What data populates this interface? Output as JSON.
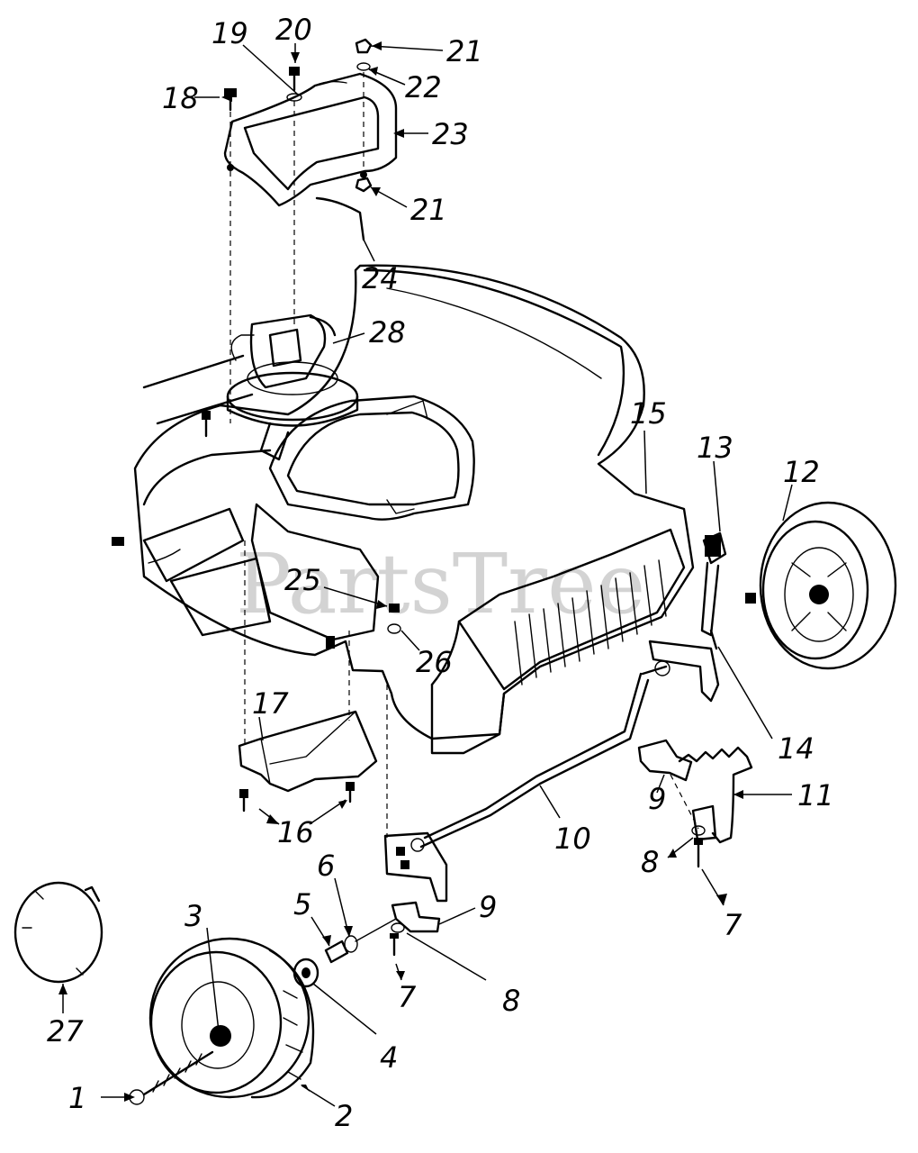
{
  "watermark": "PartsTree",
  "callouts": {
    "c1": "1",
    "c2": "2",
    "c3": "3",
    "c4": "4",
    "c5": "5",
    "c6": "6",
    "c7a": "7",
    "c7b": "7",
    "c8a": "8",
    "c8b": "8",
    "c9a": "9",
    "c9b": "9",
    "c10": "10",
    "c11": "11",
    "c12": "12",
    "c13": "13",
    "c14": "14",
    "c15": "15",
    "c16": "16",
    "c17": "17",
    "c18": "18",
    "c19": "19",
    "c20": "20",
    "c21a": "21",
    "c21b": "21",
    "c22": "22",
    "c23": "23",
    "c24": "24",
    "c25": "25",
    "c26": "26",
    "c27": "27",
    "c28": "28"
  }
}
